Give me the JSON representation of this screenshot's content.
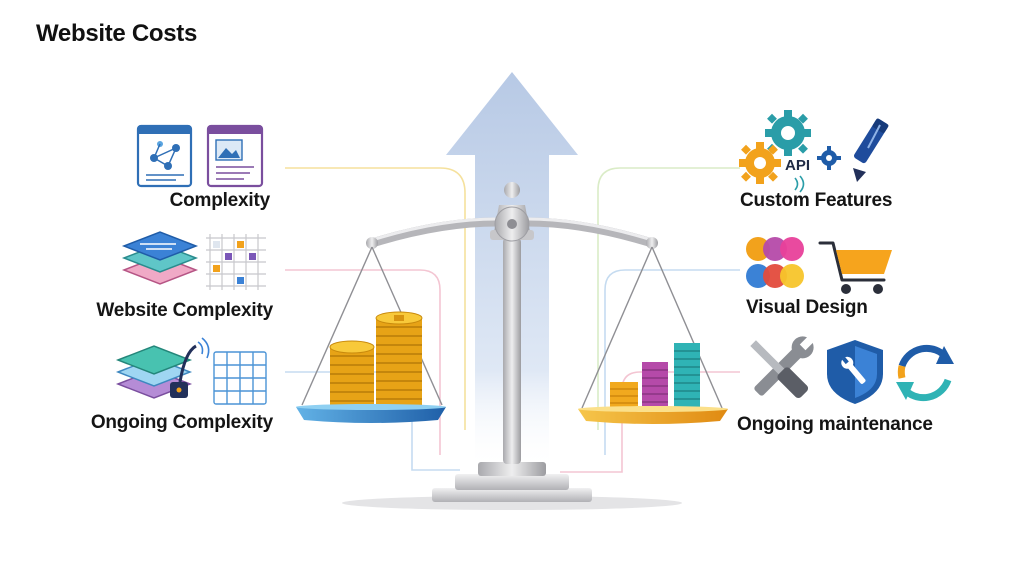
{
  "title": "Website Costs",
  "left_factors": [
    {
      "label": "Complexity",
      "icons": [
        "network-browser-icon",
        "image-browser-icon"
      ]
    },
    {
      "label": "Website Complexity",
      "icons": [
        "layers-stack-icon",
        "grid-chart-icon"
      ]
    },
    {
      "label": "Ongoing Complexity",
      "icons": [
        "layers-lock-icon",
        "table-grid-icon"
      ]
    }
  ],
  "right_factors": [
    {
      "label": "Custom Features",
      "icons": [
        "gears-api-icon",
        "pen-icon"
      ],
      "badge": "API"
    },
    {
      "label": "Visual Design",
      "icons": [
        "color-palette-icon",
        "shopping-cart-icon"
      ]
    },
    {
      "label": "Ongoing maintenance",
      "icons": [
        "wrench-screwdriver-icon",
        "shield-wrench-icon",
        "refresh-cycle-icon"
      ]
    }
  ],
  "colors": {
    "arrow": "#b9cbe6",
    "coin": "#f2b01e",
    "coin_shadow": "#c98a0c",
    "bar_purple": "#b04aa8",
    "bar_teal": "#2fb3b5",
    "pan_left": "#3f8bd0",
    "pan_right": "#f0a21c",
    "scale_gray": "#bfbfc2",
    "connector_yellow": "#f4dc8a",
    "connector_pink": "#f1b7c6",
    "connector_blue": "#b6d2ee",
    "connector_green": "#cfe7b6"
  }
}
